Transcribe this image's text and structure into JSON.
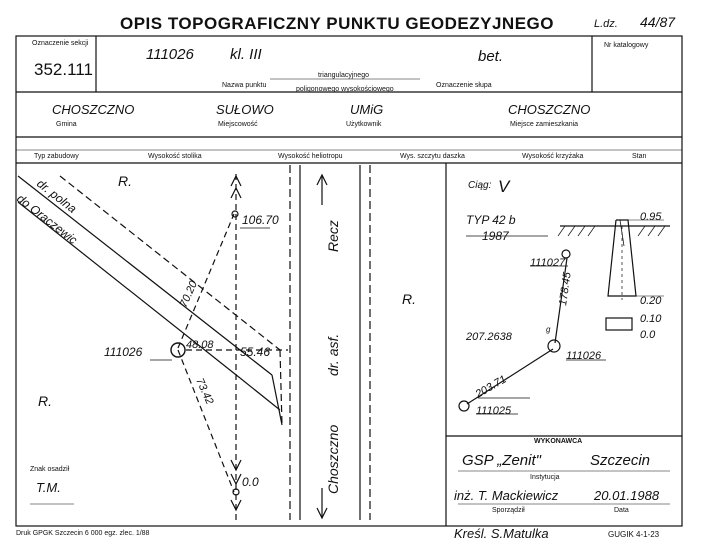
{
  "header": {
    "title": "OPIS TOPOGRAFICZNY PUNKTU GEODEZYJNEGO",
    "ldz_label": "L.dz.",
    "ldz_value": "44/87"
  },
  "row1": {
    "sekcja_label": "Oznaczenie sekcji",
    "sekcja_value": "352.111",
    "point_number": "111026",
    "klasa": "kl. III",
    "slup": "bet.",
    "nazwa_label": "Nazwa punktu",
    "type_line1": "triangulacyjnego",
    "type_line2": "poligonowego  wysokościowego",
    "oznaczenie_label": "Oznaczenie słupa",
    "nr_katalog_label": "Nr katalogowy"
  },
  "row2": {
    "gmina_value": "CHOSZCZNO",
    "gmina_label": "Gmina",
    "miejsc_value": "SUŁOWO",
    "miejsc_label": "Miejscowość",
    "uzytk_value": "UMiG",
    "uzytk_label": "Użytkownik",
    "zamiesz_value": "CHOSZCZNO",
    "zamiesz_label": "Miejsce zamieszkania"
  },
  "row3": {
    "typ_zabudowy": "Typ zabudowy",
    "wys_stolika": "Wysokość stolika",
    "wys_heliotropu": "Wysokość heliotropu",
    "wys_szczytu": "Wys. szczytu daszka",
    "wys_krzyzaka": "Wysokość krzyżaka",
    "stan": "Stan"
  },
  "sketch": {
    "r_top": "R.",
    "r_left": "R.",
    "r_right": "R.",
    "road_polna": "dr. polna",
    "road_do": "do Oraczewic",
    "recz": "Recz",
    "dr_asf": "dr. asf.",
    "choszczno": "Choszczno",
    "pt_106": "106.70",
    "dist_7020": "70.20",
    "center_id": "111026",
    "dist_4808": "48.08",
    "dist_5546": "55.46",
    "dist_7342": "73.42",
    "zero": "0.0",
    "znak_label": "Znak osadził",
    "tm": "T.M."
  },
  "ciag": {
    "label": "Ciąg:",
    "value": "V",
    "typ": "TYP 42 b",
    "year": "1987",
    "p111027": "111027",
    "dist_17845": "178.45",
    "angle": "207.2638",
    "angle_sup": "g",
    "p111026": "111026",
    "dist_20371": "203.71",
    "p111025": "111025",
    "d095": "0.95",
    "d020": "0.20",
    "d010": "0.10",
    "d00": "0.0"
  },
  "wykonawca": {
    "label": "WYKONAWCA",
    "firm": "GSP „Zenit\"",
    "city": "Szczecin",
    "instytucja_label": "Instytucja",
    "person": "inż. T. Mackiewicz",
    "date": "20.01.1988",
    "sporzadzil_label": "Sporządził",
    "data_label": "Data"
  },
  "footer": {
    "druk": "Druk GPGK Szczecin 6 000 egz. zlec. 1/88",
    "kresl": "Kreśl.  S.Matulka",
    "gugik": "GUGIK 4-1-23"
  }
}
